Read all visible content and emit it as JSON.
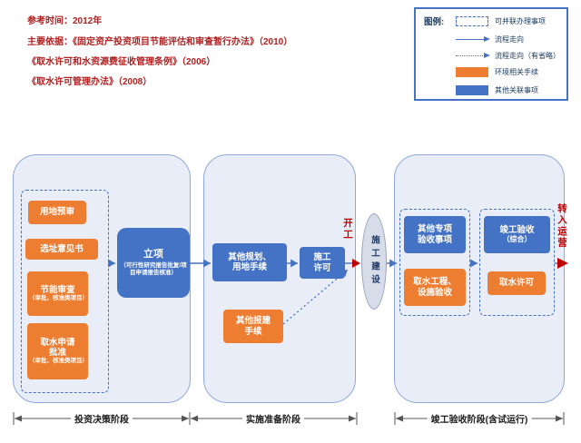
{
  "header": {
    "ref_time": "参考时间：2012年",
    "basis_line1": "主要依据：《固定资产投资项目节能评估和审查暂行办法》（2010）",
    "basis_line2": "《取水许可和水资源费征收管理条例》（2006）",
    "basis_line3": "《取水许可管理办法》（2008）"
  },
  "legend": {
    "title": "图例:",
    "parallel": "可并联办理事项",
    "flow": "流程走向",
    "flow_omitted": "流程走向（有省略）",
    "env": "环境相关手续",
    "other": "其他关联事项"
  },
  "colors": {
    "orange": "#ED7D31",
    "blue": "#4472C4",
    "red": "#C00000",
    "stage_fill": "#E9EDF8",
    "ellipse_fill": "#D7DCE9"
  },
  "stage1": {
    "label": "投资决策阶段",
    "yongdi": "用地预审",
    "xuanzhi": "选址意见书",
    "jieneng_title": "节能审查",
    "jieneng_sub": "（审批、核准类项目）",
    "qushui_title": "取水申请批准",
    "qushui_sub": "（审批、核准类项目）",
    "lixiang_title": "立项",
    "lixiang_sub": "（可行性研究报告批复/项目申请报告核准）"
  },
  "stage2": {
    "label": "实施准备阶段",
    "guihua": "其他规划、用地手续",
    "shigong_xuke": "施工许可",
    "baojian": "其他报建手续"
  },
  "middle": {
    "kaigong": "开工",
    "shigong_jianshe": "施工建设"
  },
  "stage3": {
    "label": "竣工验收阶段(含试运行)",
    "zhuanxiang": "其他专项验收事项",
    "qushui_gongcheng": "取水工程、设施验收",
    "jungong_title": "竣工验收",
    "jungong_sub": "（综合）",
    "qushui_xuke": "取水许可",
    "zhuanru": "转入运营"
  }
}
